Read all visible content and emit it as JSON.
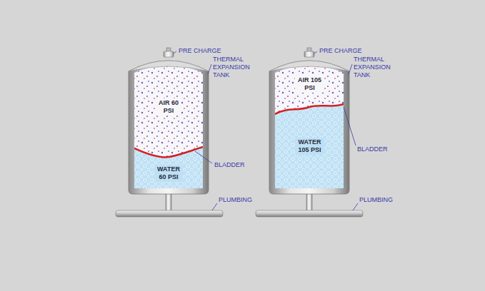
{
  "diagram": {
    "nodes": [
      {
        "text": [
          "AIR 60 PSI"
        ]
      },
      {
        "text": [
          "WATER 60 PSI"
        ]
      },
      {
        "text": [
          "AIR 105 PSI"
        ]
      },
      {
        "text": [
          "WATER 105 PSI"
        ]
      }
    ],
    "labels": [
      "PRE CHARGE",
      "THERMAL EXPANSION TANK",
      "BLADDER",
      "PLUMBING",
      "PRE CHARGE",
      "THERMAL EXPANSION TANK",
      "BLADDER",
      "PLUMBING"
    ]
  }
}
